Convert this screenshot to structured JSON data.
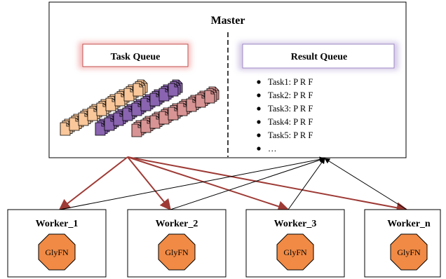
{
  "master": {
    "title": "Master",
    "task_queue_label": "Task Queue",
    "result_queue_label": "Result Queue",
    "results": [
      "Task1: P R F",
      "Task2: P R F",
      "Task3: P R F",
      "Task4: P R F",
      "Task5: P R F",
      "…"
    ]
  },
  "workers": [
    {
      "label": "Worker_1",
      "module": "GlyFN"
    },
    {
      "label": "Worker_2",
      "module": "GlyFN"
    },
    {
      "label": "Worker_3",
      "module": "GlyFN"
    },
    {
      "label": "Worker_n",
      "module": "GlyFN"
    }
  ],
  "colors": {
    "task_color_peach": "#f9c79a",
    "task_color_purple": "#8a64b0",
    "task_color_pink": "#d89494",
    "dispatch_arrow": "#9e3b36",
    "return_arrow": "#000000",
    "octagon_fill": "#f08a45",
    "task_queue_glow": "#d66a6a",
    "result_queue_glow": "#a896c8"
  }
}
